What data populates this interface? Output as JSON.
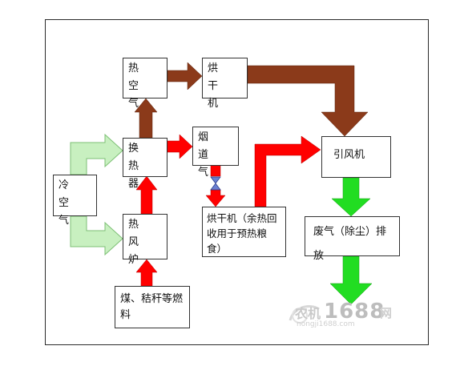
{
  "boxes": {
    "hot_air": "热 空\n气",
    "dryer": "烘 干\n机",
    "heat_exchanger": "换 热\n器",
    "flue_gas": "烟 道\n气",
    "induced_fan": "引风机",
    "cold_air": "冷 空\n气",
    "hot_blast_stove": "热 风\n炉",
    "dryer_heat_recovery": "烘干机（余热回收用于预热粮食）",
    "exhaust": "废气（除尘）排放",
    "fuel": "煤、秸秆等燃料"
  },
  "watermark": {
    "brand": "农机",
    "number": "1688",
    "suffix": "网",
    "domain": "nongji1688.com"
  },
  "colors": {
    "hot_air_arrow": "#8b3a1a",
    "flue_arrow": "#ff0000",
    "cold_air_arrow": "#c8f0c0",
    "exhaust_arrow": "#22dd22",
    "valve": "#6a7fd0"
  }
}
